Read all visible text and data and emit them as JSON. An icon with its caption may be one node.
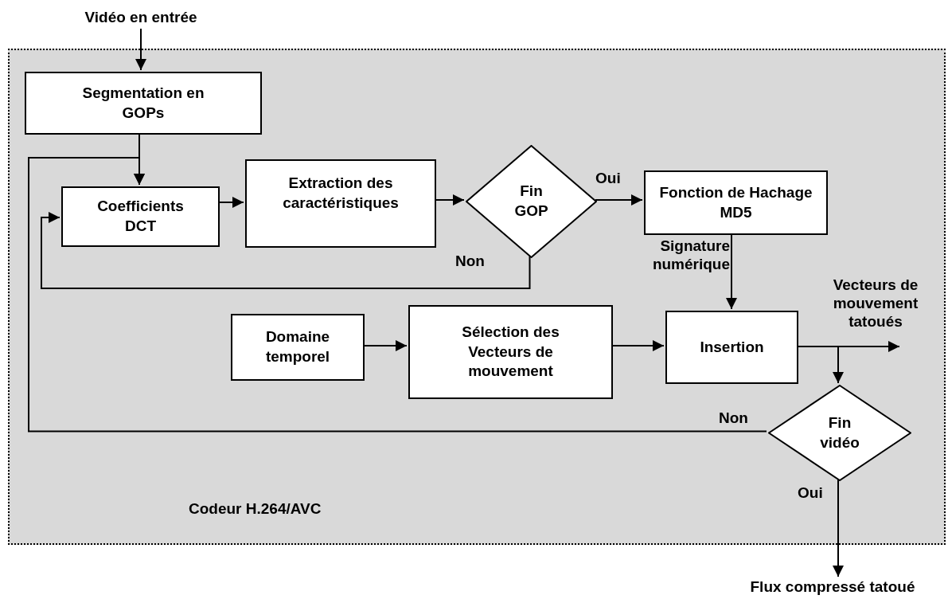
{
  "diagram": {
    "nodes": [
      {
        "text": [
          "Codeur H.264/AVC"
        ]
      },
      {
        "text": [
          "Vidéo en entrée"
        ]
      },
      {
        "text": [
          "Segmentation en GOPs"
        ],
        "in": 0
      },
      {
        "text": [
          "Coefficients DCT"
        ],
        "in": 0
      },
      {
        "text": [
          "Extraction des caractéristiques"
        ],
        "in": 0
      },
      {
        "text": [
          "Fin GOP"
        ],
        "in": 0
      },
      {
        "text": [
          "Fonction de Hachage MD5"
        ],
        "in": 0
      },
      {
        "text": [
          "Domaine temporel"
        ],
        "in": 0
      },
      {
        "text": [
          "Sélection des Vecteurs de mouvement"
        ],
        "in": 0
      },
      {
        "text": [
          "Insertion"
        ],
        "in": 0
      },
      {
        "text": [
          "Fin vidéo"
        ],
        "in": 0
      },
      {
        "text": [
          "Flux compressé tatoué"
        ]
      }
    ],
    "edges": [
      {
        "from": 1,
        "to": 2,
        "arrow": "to"
      },
      {
        "from": 2,
        "to": 3,
        "arrow": "to"
      },
      {
        "from": 3,
        "to": 4,
        "arrow": "to"
      },
      {
        "from": 4,
        "to": 5,
        "arrow": "to"
      },
      {
        "from": 5,
        "to": 6,
        "arrow": "to",
        "label": "Oui"
      },
      {
        "from": 5,
        "to": 3,
        "arrow": "to",
        "label": "Non"
      },
      {
        "from": 6,
        "to": 9,
        "arrow": "to",
        "label": "Signature numérique"
      },
      {
        "from": 7,
        "to": 8,
        "arrow": "to"
      },
      {
        "from": 8,
        "to": 9,
        "arrow": "to"
      },
      {
        "from": 9,
        "to": null,
        "arrow": "to",
        "label": "Vecteurs de mouvement tatoués"
      },
      {
        "from": 9,
        "to": 10,
        "arrow": "to"
      },
      {
        "from": 10,
        "to": 3,
        "arrow": "to",
        "label": "Non"
      },
      {
        "from": 10,
        "to": 11,
        "arrow": "to",
        "label": "Oui"
      }
    ]
  }
}
